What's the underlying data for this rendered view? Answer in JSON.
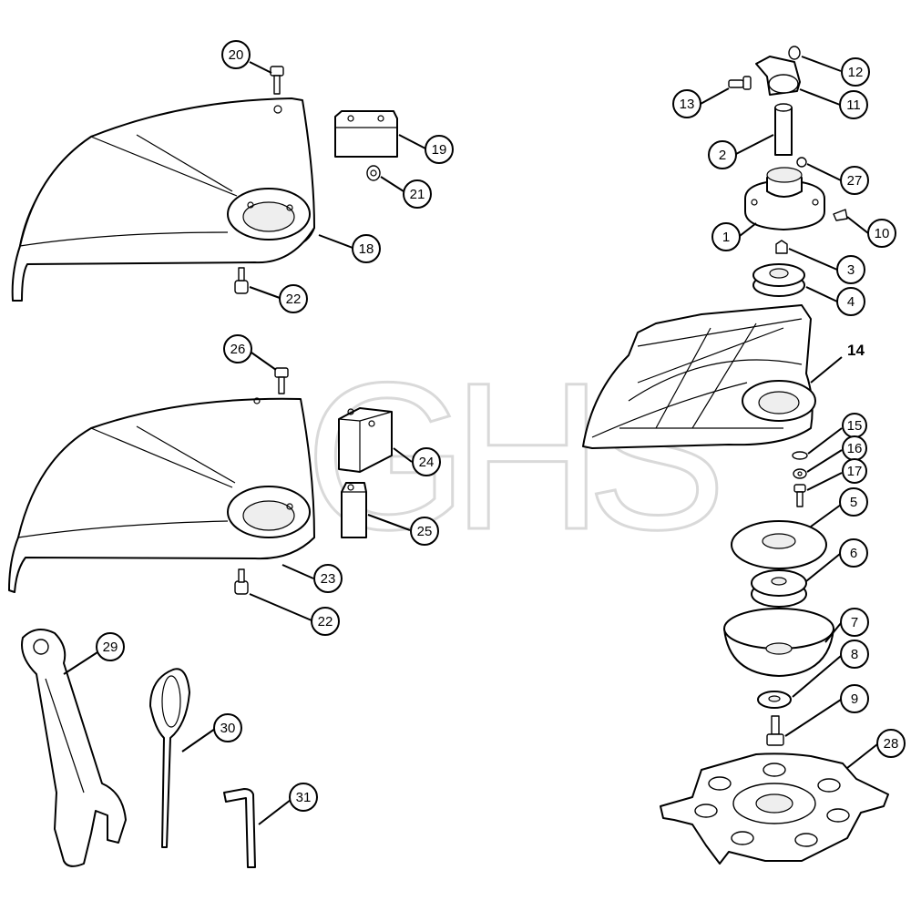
{
  "watermark": "GHS",
  "callouts": [
    {
      "id": "c20",
      "label": "20"
    },
    {
      "id": "c19",
      "label": "19"
    },
    {
      "id": "c21",
      "label": "21"
    },
    {
      "id": "c18",
      "label": "18"
    },
    {
      "id": "c22a",
      "label": "22"
    },
    {
      "id": "c26",
      "label": "26"
    },
    {
      "id": "c24",
      "label": "24"
    },
    {
      "id": "c25",
      "label": "25"
    },
    {
      "id": "c23",
      "label": "23"
    },
    {
      "id": "c22b",
      "label": "22"
    },
    {
      "id": "c29",
      "label": "29"
    },
    {
      "id": "c30",
      "label": "30"
    },
    {
      "id": "c31",
      "label": "31"
    },
    {
      "id": "c12",
      "label": "12"
    },
    {
      "id": "c13",
      "label": "13"
    },
    {
      "id": "c11",
      "label": "11"
    },
    {
      "id": "c2",
      "label": "2"
    },
    {
      "id": "c27",
      "label": "27"
    },
    {
      "id": "c1",
      "label": "1"
    },
    {
      "id": "c10",
      "label": "10"
    },
    {
      "id": "c3",
      "label": "3"
    },
    {
      "id": "c4",
      "label": "4"
    },
    {
      "id": "c15",
      "label": "15"
    },
    {
      "id": "c16",
      "label": "16"
    },
    {
      "id": "c17",
      "label": "17"
    },
    {
      "id": "c5",
      "label": "5"
    },
    {
      "id": "c6",
      "label": "6"
    },
    {
      "id": "c7",
      "label": "7"
    },
    {
      "id": "c8",
      "label": "8"
    },
    {
      "id": "c9",
      "label": "9"
    },
    {
      "id": "c28",
      "label": "28"
    }
  ],
  "plain_labels": [
    {
      "id": "l14",
      "label": "14"
    }
  ]
}
